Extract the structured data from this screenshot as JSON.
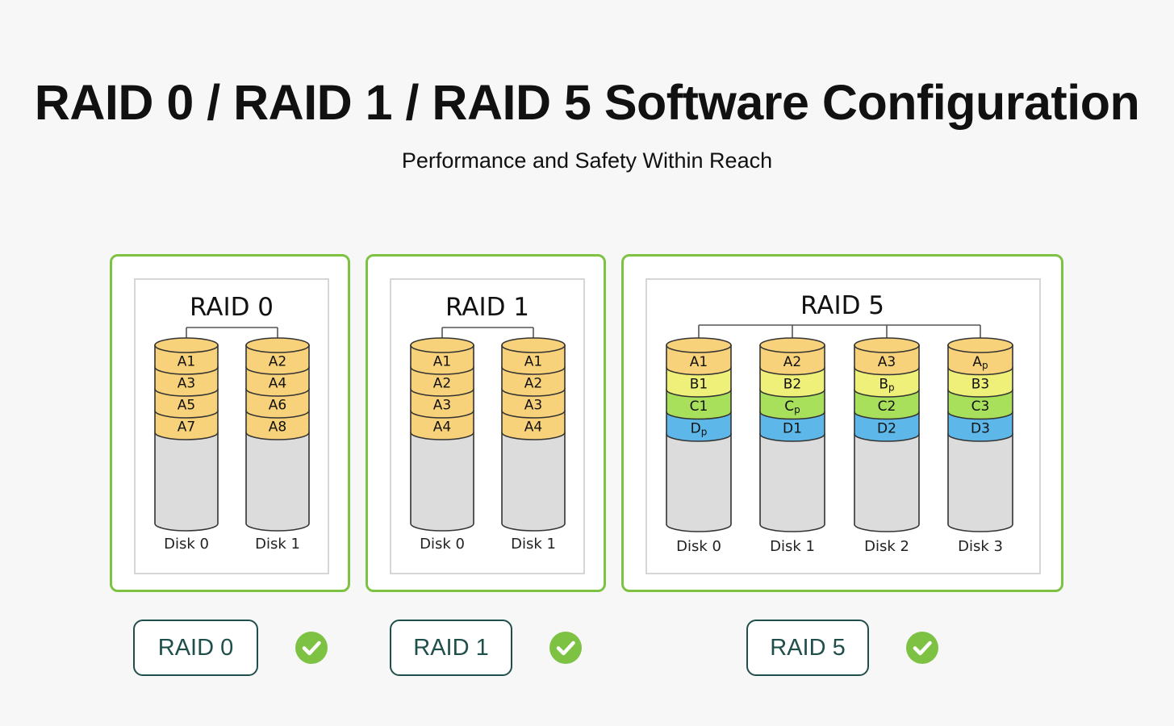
{
  "header": {
    "title": "RAID 0 / RAID 1 / RAID 5 Software Configuration",
    "subtitle": "Performance and Safety Within Reach"
  },
  "colors": {
    "accent_green": "#7dc242",
    "button_border": "#1f4f4a",
    "block_orange": "#f7d27a",
    "block_yellow": "#eef07a",
    "block_green": "#a8e05c",
    "block_blue": "#5db7e8",
    "disk_gray": "#dcdcdc"
  },
  "diagrams": [
    {
      "title": "RAID 0",
      "disks": [
        {
          "label": "Disk 0",
          "blocks": [
            {
              "text": "A1",
              "sub": "",
              "color": "orange"
            },
            {
              "text": "A3",
              "sub": "",
              "color": "orange"
            },
            {
              "text": "A5",
              "sub": "",
              "color": "orange"
            },
            {
              "text": "A7",
              "sub": "",
              "color": "orange"
            }
          ]
        },
        {
          "label": "Disk 1",
          "blocks": [
            {
              "text": "A2",
              "sub": "",
              "color": "orange"
            },
            {
              "text": "A4",
              "sub": "",
              "color": "orange"
            },
            {
              "text": "A6",
              "sub": "",
              "color": "orange"
            },
            {
              "text": "A8",
              "sub": "",
              "color": "orange"
            }
          ]
        }
      ]
    },
    {
      "title": "RAID 1",
      "disks": [
        {
          "label": "Disk 0",
          "blocks": [
            {
              "text": "A1",
              "sub": "",
              "color": "orange"
            },
            {
              "text": "A2",
              "sub": "",
              "color": "orange"
            },
            {
              "text": "A3",
              "sub": "",
              "color": "orange"
            },
            {
              "text": "A4",
              "sub": "",
              "color": "orange"
            }
          ]
        },
        {
          "label": "Disk 1",
          "blocks": [
            {
              "text": "A1",
              "sub": "",
              "color": "orange"
            },
            {
              "text": "A2",
              "sub": "",
              "color": "orange"
            },
            {
              "text": "A3",
              "sub": "",
              "color": "orange"
            },
            {
              "text": "A4",
              "sub": "",
              "color": "orange"
            }
          ]
        }
      ]
    },
    {
      "title": "RAID 5",
      "disks": [
        {
          "label": "Disk 0",
          "blocks": [
            {
              "text": "A1",
              "sub": "",
              "color": "orange"
            },
            {
              "text": "B1",
              "sub": "",
              "color": "yellow"
            },
            {
              "text": "C1",
              "sub": "",
              "color": "green"
            },
            {
              "text": "D",
              "sub": "p",
              "color": "blue"
            }
          ]
        },
        {
          "label": "Disk 1",
          "blocks": [
            {
              "text": "A2",
              "sub": "",
              "color": "orange"
            },
            {
              "text": "B2",
              "sub": "",
              "color": "yellow"
            },
            {
              "text": "C",
              "sub": "p",
              "color": "green"
            },
            {
              "text": "D1",
              "sub": "",
              "color": "blue"
            }
          ]
        },
        {
          "label": "Disk 2",
          "blocks": [
            {
              "text": "A3",
              "sub": "",
              "color": "orange"
            },
            {
              "text": "B",
              "sub": "p",
              "color": "yellow"
            },
            {
              "text": "C2",
              "sub": "",
              "color": "green"
            },
            {
              "text": "D2",
              "sub": "",
              "color": "blue"
            }
          ]
        },
        {
          "label": "Disk 3",
          "blocks": [
            {
              "text": "A",
              "sub": "p",
              "color": "orange"
            },
            {
              "text": "B3",
              "sub": "",
              "color": "yellow"
            },
            {
              "text": "C3",
              "sub": "",
              "color": "green"
            },
            {
              "text": "D3",
              "sub": "",
              "color": "blue"
            }
          ]
        }
      ]
    }
  ],
  "buttons": [
    {
      "label": "RAID 0",
      "checked": true
    },
    {
      "label": "RAID 1",
      "checked": true
    },
    {
      "label": "RAID 5",
      "checked": true
    }
  ]
}
